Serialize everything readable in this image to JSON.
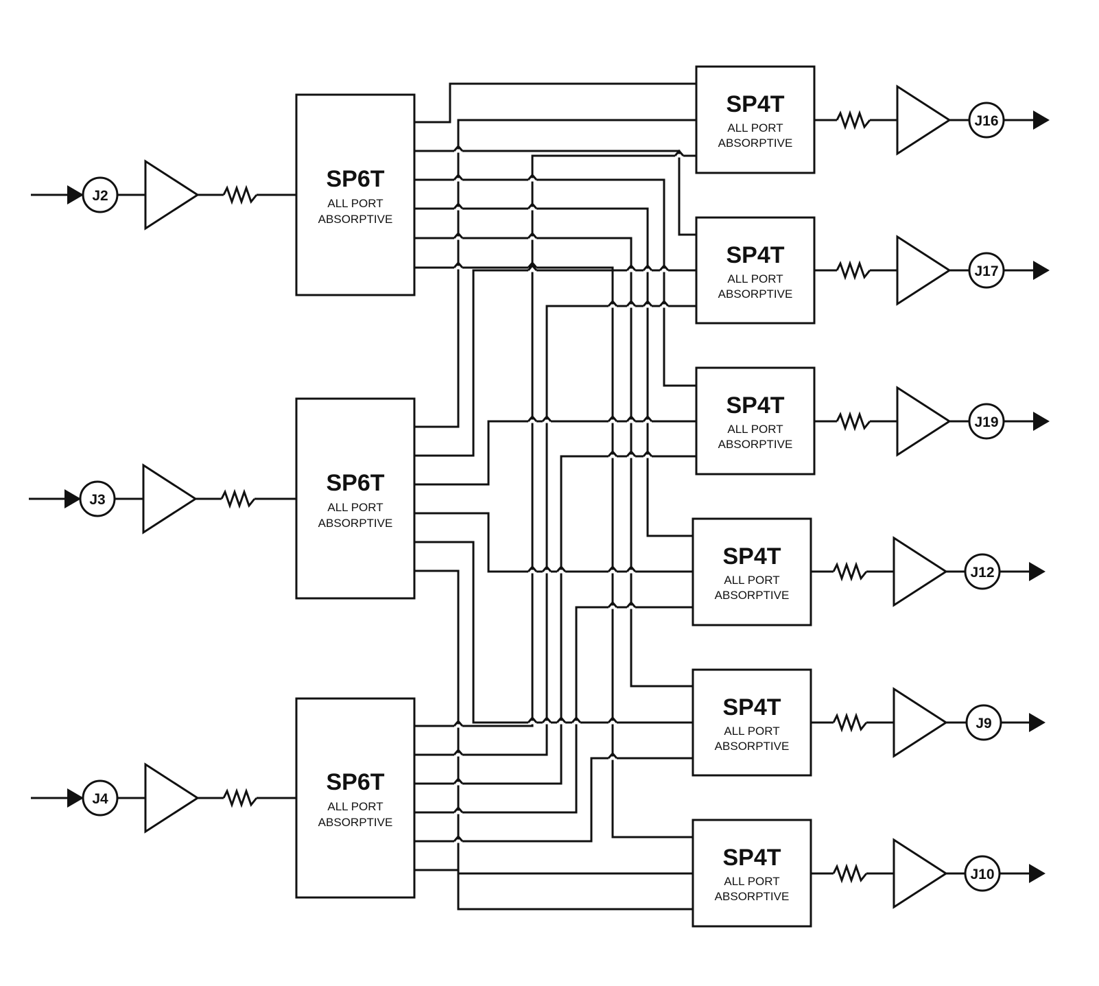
{
  "inputs": [
    {
      "port": "J2",
      "switch_title": "SP6T",
      "switch_line1": "ALL PORT",
      "switch_line2": "ABSORPTIVE"
    },
    {
      "port": "J3",
      "switch_title": "SP6T",
      "switch_line1": "ALL PORT",
      "switch_line2": "ABSORPTIVE"
    },
    {
      "port": "J4",
      "switch_title": "SP6T",
      "switch_line1": "ALL PORT",
      "switch_line2": "ABSORPTIVE"
    }
  ],
  "outputs": [
    {
      "port": "J16",
      "switch_title": "SP4T",
      "switch_line1": "ALL PORT",
      "switch_line2": "ABSORPTIVE"
    },
    {
      "port": "J17",
      "switch_title": "SP4T",
      "switch_line1": "ALL PORT",
      "switch_line2": "ABSORPTIVE"
    },
    {
      "port": "J19",
      "switch_title": "SP4T",
      "switch_line1": "ALL PORT",
      "switch_line2": "ABSORPTIVE"
    },
    {
      "port": "J12",
      "switch_title": "SP4T",
      "switch_line1": "ALL PORT",
      "switch_line2": "ABSORPTIVE"
    },
    {
      "port": "J9",
      "switch_title": "SP4T",
      "switch_line1": "ALL PORT",
      "switch_line2": "ABSORPTIVE"
    },
    {
      "port": "J10",
      "switch_title": "SP4T",
      "switch_line1": "ALL PORT",
      "switch_line2": "ABSORPTIVE"
    }
  ]
}
